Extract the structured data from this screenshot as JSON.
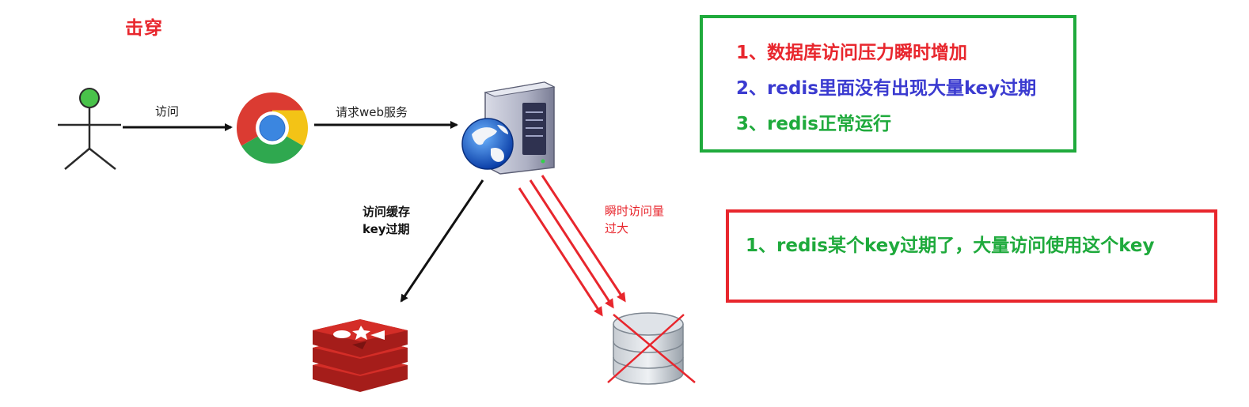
{
  "diagram": {
    "title": "击穿",
    "edges": {
      "visit": "访问",
      "request_web": "请求web服务",
      "cache_line1": "访问缓存",
      "cache_line2": "key过期",
      "burst_line1": "瞬时访问量",
      "burst_line2": "过大"
    },
    "notes_green": [
      {
        "text": "1、数据库访问压力瞬时增加",
        "color": "#e8262d"
      },
      {
        "text": "2、redis里面没有出现大量key过期",
        "color": "#3b3bd0"
      },
      {
        "text": "3、redis正常运行",
        "color": "#1faa3c"
      }
    ],
    "notes_red": [
      {
        "text": "1、redis某个key过期了，大量访问使用这个key",
        "color": "#1faa3c"
      }
    ],
    "colors": {
      "green_box": "#1faa3c",
      "red_box": "#e8262d",
      "arrow_black": "#111111",
      "arrow_red": "#e8262d",
      "redis_red": "#d42d27"
    },
    "icons": [
      "user-icon",
      "chrome-icon",
      "web-server-icon",
      "redis-icon",
      "database-icon"
    ]
  }
}
